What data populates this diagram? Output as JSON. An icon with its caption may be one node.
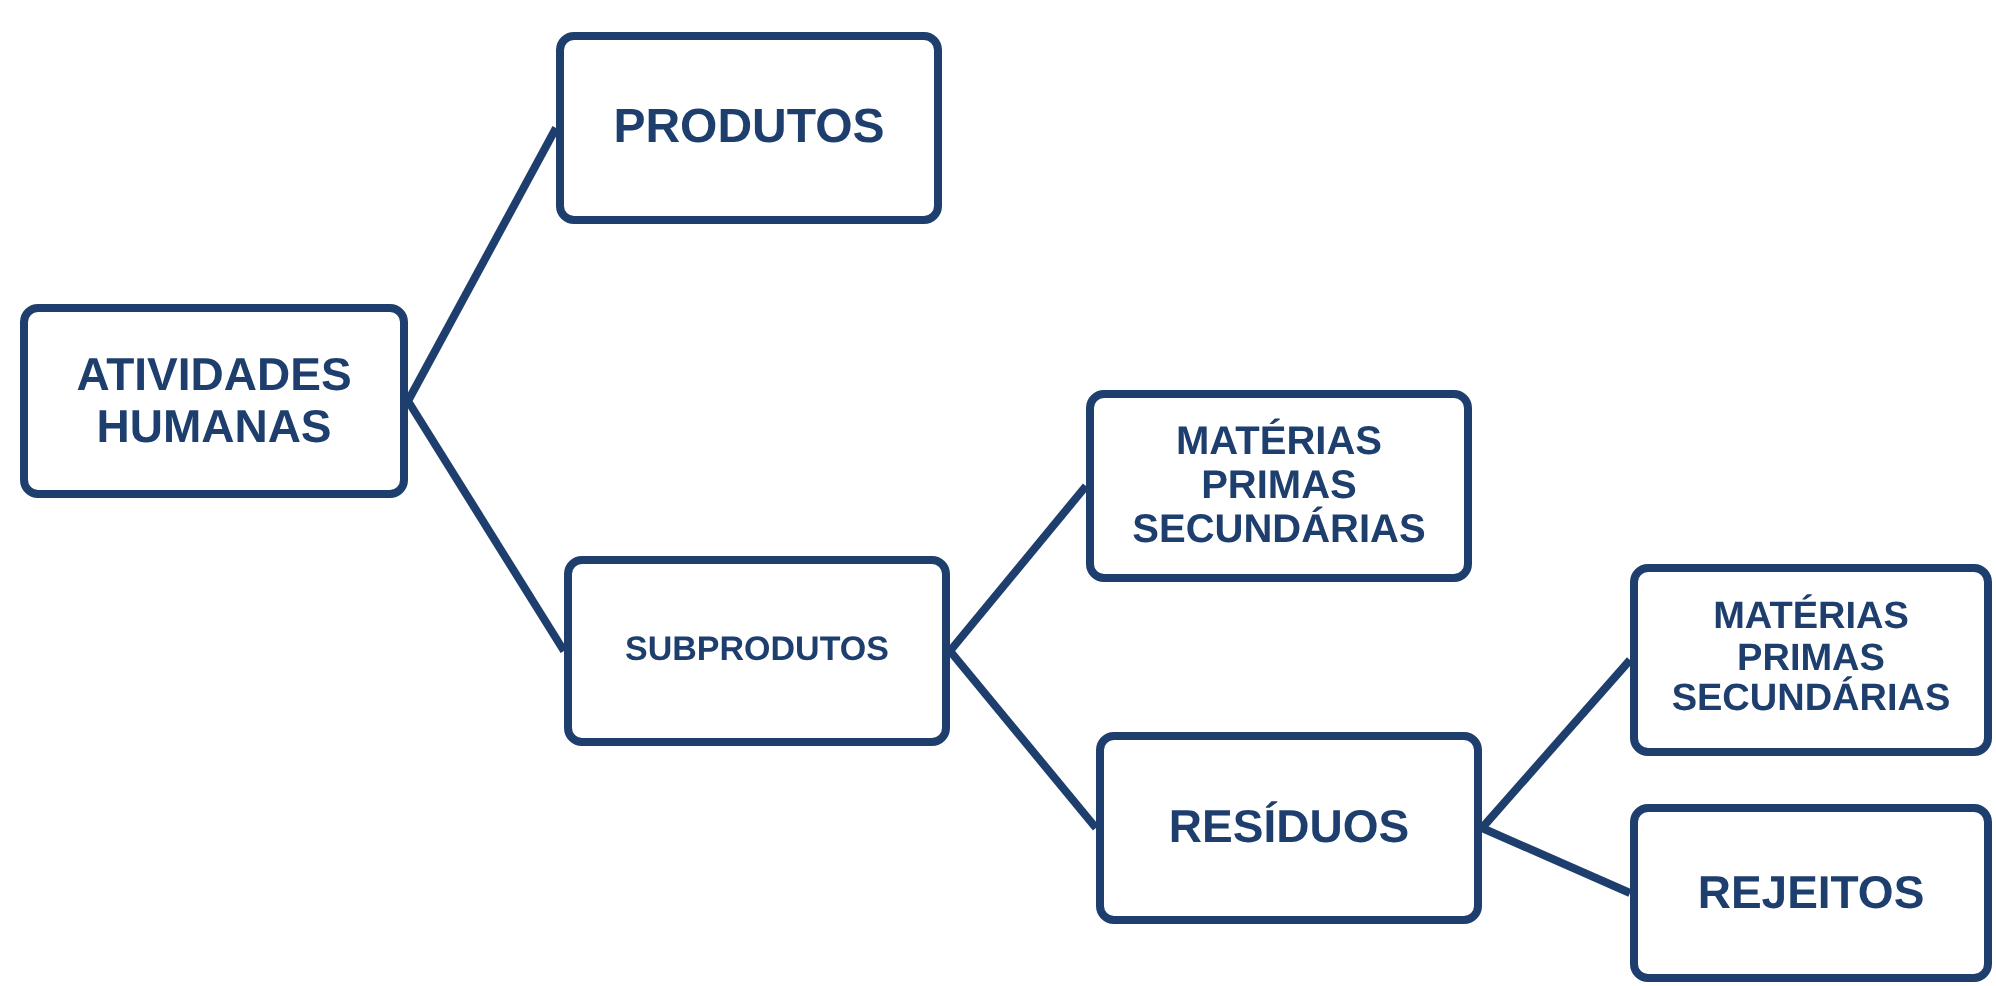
{
  "diagram": {
    "nodes": [
      {
        "text": [
          "ATIVIDADES HUMANAS"
        ]
      },
      {
        "text": [
          "PRODUTOS"
        ]
      },
      {
        "text": [
          "SUBPRODUTOS"
        ]
      },
      {
        "text": [
          "MATÉRIAS PRIMAS SECUNDÁRIAS"
        ]
      },
      {
        "text": [
          "RESÍDUOS"
        ]
      },
      {
        "text": [
          "MATÉRIAS PRIMAS SECUNDÁRIAS"
        ]
      },
      {
        "text": [
          "REJEITOS"
        ]
      }
    ],
    "edges": [
      {
        "from": 0,
        "to": 1,
        "arrow": "none"
      },
      {
        "from": 0,
        "to": 2,
        "arrow": "none"
      },
      {
        "from": 2,
        "to": 3,
        "arrow": "none"
      },
      {
        "from": 2,
        "to": 4,
        "arrow": "none"
      },
      {
        "from": 4,
        "to": 5,
        "arrow": "none"
      },
      {
        "from": 4,
        "to": 6,
        "arrow": "none"
      }
    ]
  }
}
